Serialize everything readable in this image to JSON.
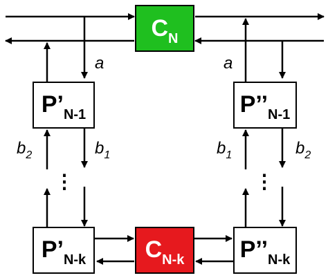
{
  "nodes": {
    "cn": {
      "main": "C",
      "sub": "N",
      "fill": "#1fbf1f"
    },
    "p1_left": {
      "main": "P’",
      "sub": "N-1",
      "fill": "#ffffff"
    },
    "p1_right": {
      "main": "P’’",
      "sub": "N-1",
      "fill": "#ffffff"
    },
    "pk_left": {
      "main": "P’",
      "sub": "N-k",
      "fill": "#ffffff"
    },
    "pk_right": {
      "main": "P’’",
      "sub": "N-k",
      "fill": "#ffffff"
    },
    "cnk": {
      "main": "C",
      "sub": "N-k",
      "fill": "#e6191e"
    }
  },
  "edge_labels": {
    "a_left": {
      "main": "a",
      "sub": ""
    },
    "a_right": {
      "main": "a",
      "sub": ""
    },
    "b2_left": {
      "main": "b",
      "sub": "2"
    },
    "b1_left": {
      "main": "b",
      "sub": "1"
    },
    "b1_right": {
      "main": "b",
      "sub": "1"
    },
    "b2_right": {
      "main": "b",
      "sub": "2"
    }
  },
  "ellipsis": {
    "left": "⋮",
    "right": "⋮"
  },
  "colors": {
    "line": "#000000",
    "green": "#1fbf1f",
    "red": "#e6191e"
  }
}
